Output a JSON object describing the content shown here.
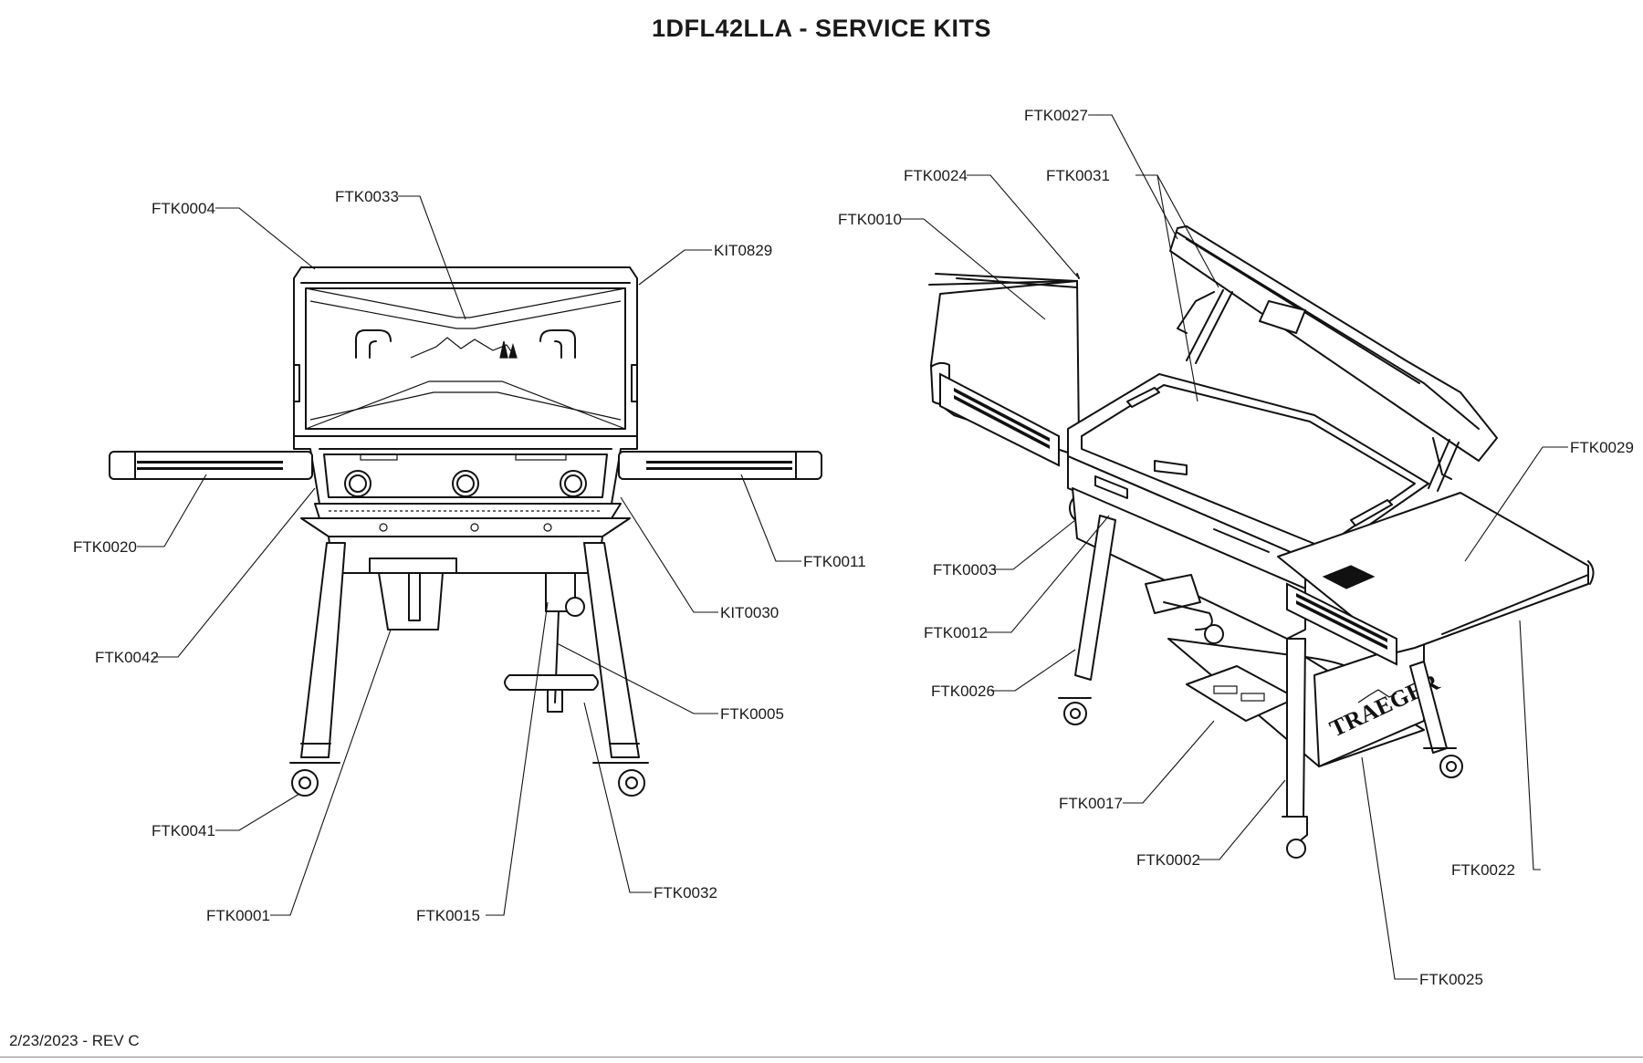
{
  "header": {
    "title": "1DFL42LLA - SERVICE KITS"
  },
  "footer": {
    "revision": "2/23/2023 - REV C"
  },
  "brand": {
    "logo_text": "TRAEGER"
  },
  "diagram": {
    "front_view": {
      "callouts": [
        "FTK0004",
        "FTK0033",
        "KIT0829",
        "FTK0020",
        "FTK0011",
        "FTK0042",
        "KIT0030",
        "FTK0005",
        "FTK0041",
        "FTK0001",
        "FTK0015",
        "FTK0032"
      ]
    },
    "iso_view": {
      "callouts": [
        "FTK0027",
        "FTK0024",
        "FTK0031",
        "FTK0010",
        "FTK0029",
        "FTK0003",
        "FTK0012",
        "FTK0026",
        "FTK0017",
        "FTK0002",
        "FTK0022",
        "FTK0025"
      ]
    }
  }
}
